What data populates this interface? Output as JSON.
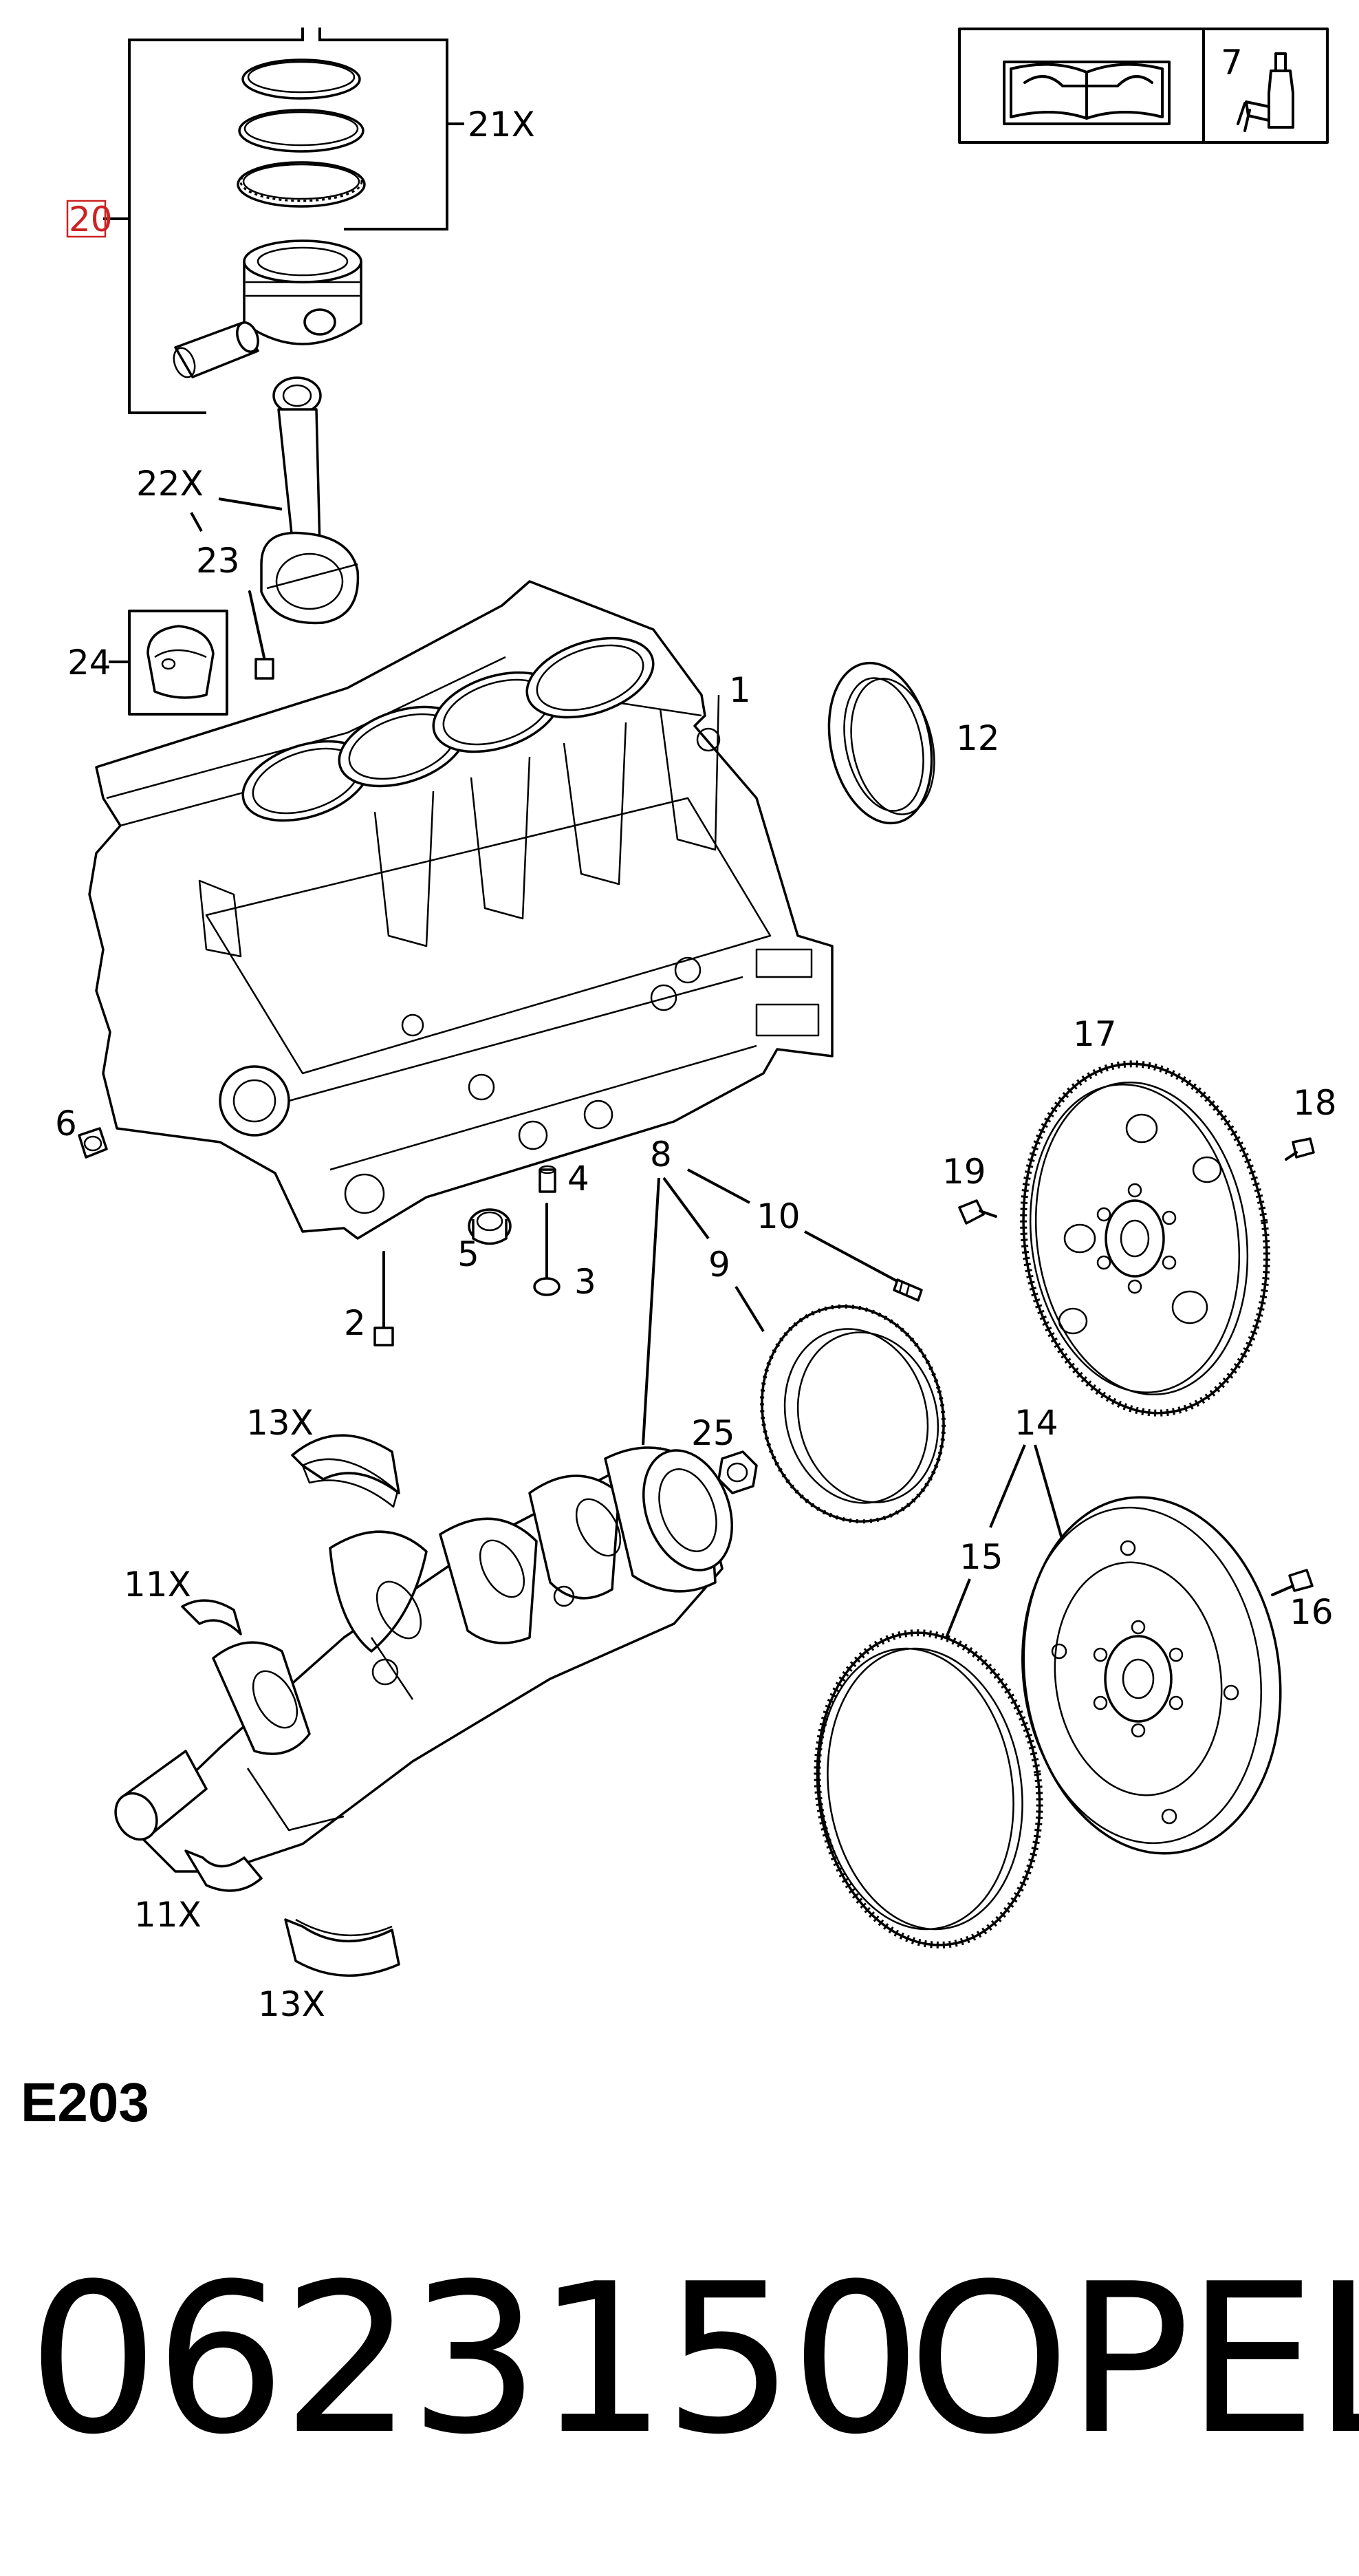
{
  "labels": {
    "l20": "20",
    "l21x": "21X",
    "l22x": "22X",
    "l23": "23",
    "l24": "24",
    "l1": "1",
    "l12": "12",
    "l7": "7",
    "l6": "6",
    "l17": "17",
    "l18": "18",
    "l19": "19",
    "l8": "8",
    "l10": "10",
    "l9": "9",
    "l4": "4",
    "l5": "5",
    "l3": "3",
    "l2": "2",
    "l13x_top": "13X",
    "l25": "25",
    "l14": "14",
    "l15": "15",
    "l11x_top": "11X",
    "l16": "16",
    "l11x_bottom": "11X",
    "l13x_bottom": "13X"
  },
  "highlight_color": "#cc2222",
  "diagram_code": "E203",
  "part_number": "0623150",
  "brand": "OPEL",
  "icons": [
    "service-manual-icon",
    "oil-bottle-icon"
  ]
}
